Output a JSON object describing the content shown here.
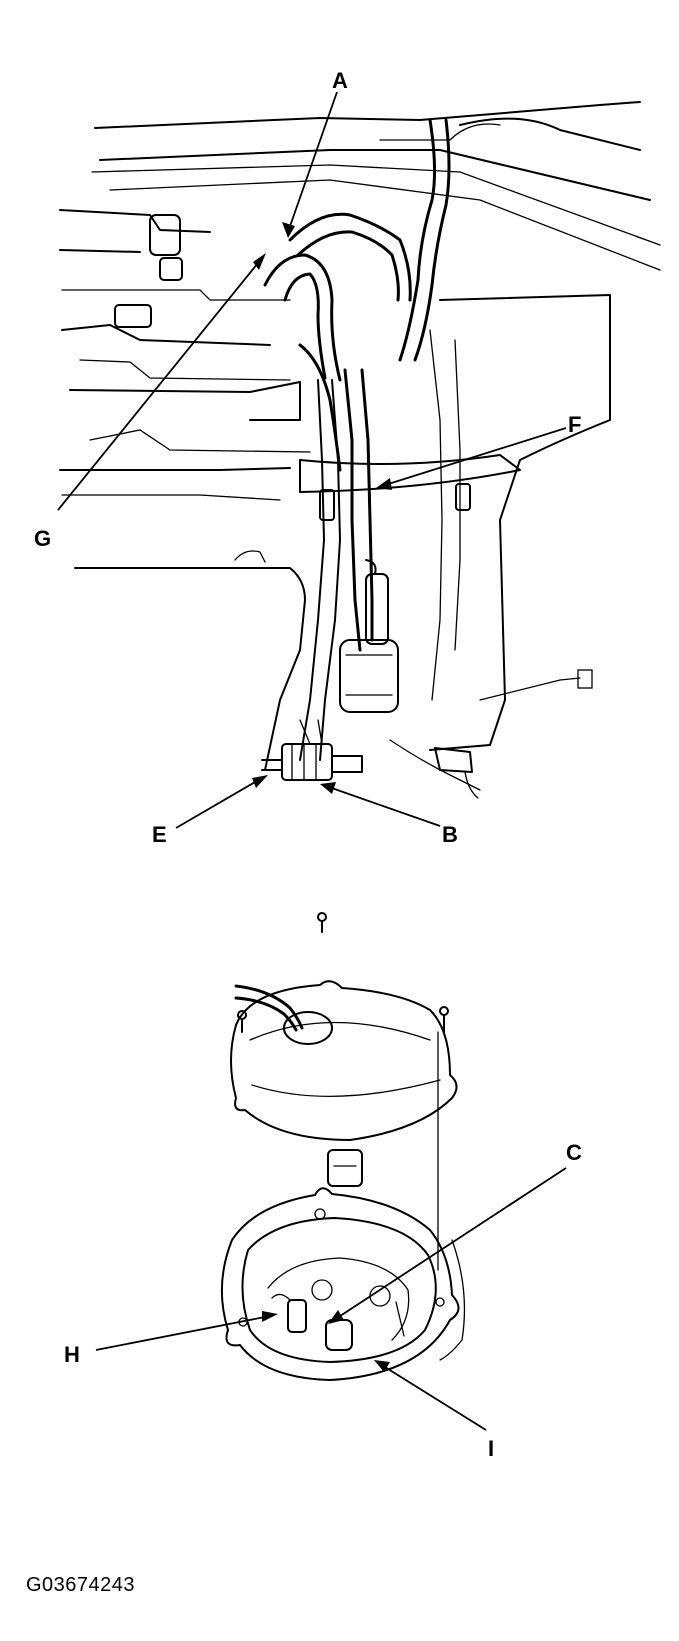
{
  "callouts": {
    "a": "A",
    "b": "B",
    "c": "C",
    "e": "E",
    "f": "F",
    "g": "G",
    "h": "H",
    "i": "I"
  },
  "figure_id": "G03674243"
}
